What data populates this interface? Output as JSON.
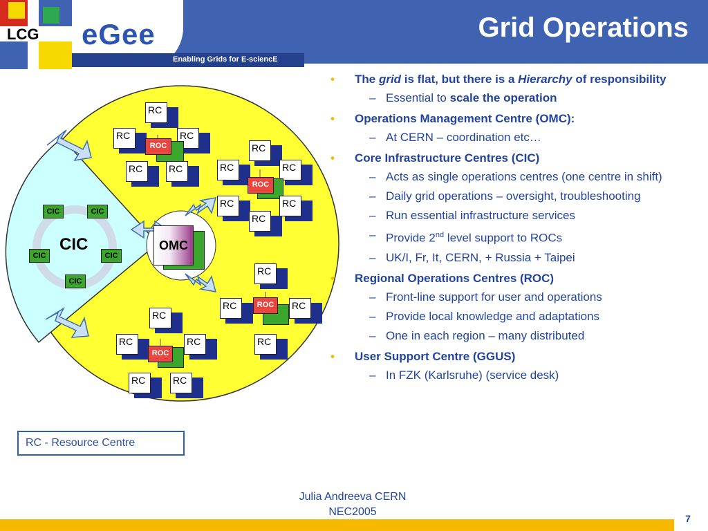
{
  "header": {
    "title": "Grid Operations",
    "tagline": "Enabling Grids for E-sciencE",
    "lcg_logo_text": "LCG",
    "egee_logo_text": "eGee",
    "colors": {
      "header_blue": "#3f63b1",
      "tagline_bar": "#25418e",
      "footer_yellow": "#f7b900"
    }
  },
  "diagram": {
    "cic_label": "CIC",
    "omc_label": "OMC",
    "cic_node_label": "CIC",
    "rc_label": "RC",
    "roc_label": "ROC",
    "colors": {
      "outer_circle": "#ffff33",
      "cic_sector": "#ccffff",
      "roc": "#e8463f",
      "cic_box": "#3aa62c"
    }
  },
  "legend": {
    "text": "RC - Resource Centre"
  },
  "bullets": {
    "b1": {
      "pre": "The ",
      "em1": "grid",
      "mid": " is flat, but there is a ",
      "em2": "Hierarchy",
      "post": " of responsibility"
    },
    "b1_1": {
      "pre": "Essential to ",
      "bold": "scale the operation"
    },
    "b2": "Operations Management Centre (OMC):",
    "b2_1": "At CERN – coordination etc…",
    "b3": "Core Infrastructure Centres (CIC)",
    "b3_1": "Acts as single operations centres (one centre in shift)",
    "b3_2": "Daily grid operations – oversight, troubleshooting",
    "b3_3": "Run essential infrastructure services",
    "b3_4": {
      "pre": "Provide 2",
      "sup": "nd",
      "post": " level support to ROCs"
    },
    "b3_5": "UK/I, Fr, It, CERN, + Russia + Taipei",
    "b4": "Regional Operations Centres (ROC)",
    "b4_1": "Front-line support for user and operations",
    "b4_2": "Provide local knowledge and adaptations",
    "b4_3": "One in each region – many distributed",
    "b5": "User Support Centre (GGUS)",
    "b5_1": "In FZK (Karlsruhe) (service desk)"
  },
  "footer": {
    "author_line1": "Julia Andreeva CERN",
    "author_line2": "NEC2005",
    "page_number": "7"
  }
}
